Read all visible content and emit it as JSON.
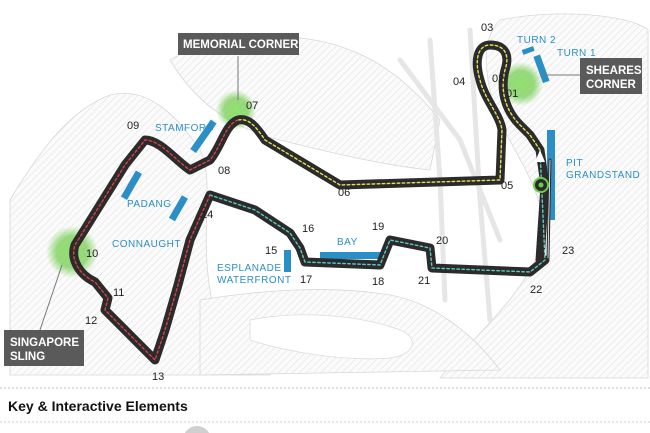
{
  "callouts": {
    "memorial": "MEMORIAL CORNER",
    "sheares_line1": "SHEARES",
    "sheares_line2": "CORNER",
    "sling_line1": "SINGAPORE",
    "sling_line2": "SLING"
  },
  "labels": {
    "turn2": "TURN 2",
    "turn1": "TURN 1",
    "stamford": "STAMFORD",
    "padang": "PADANG",
    "connaught": "CONNAUGHT",
    "bay": "BAY",
    "esplanade_line1": "ESPLANADE",
    "esplanade_line2": "WATERFRONT",
    "pit_line1": "PIT",
    "pit_line2": "GRANDSTAND"
  },
  "turns": {
    "t01": "01",
    "t02": "02",
    "t03": "03",
    "t04": "04",
    "t05": "05",
    "t06": "06",
    "t07": "07",
    "t08": "08",
    "t09": "09",
    "t10": "10",
    "t11": "11",
    "t12": "12",
    "t13": "13",
    "t14": "14",
    "t15": "15",
    "t16": "16",
    "t17": "17",
    "t18": "18",
    "t19": "19",
    "t20": "20",
    "t21": "21",
    "t22": "22",
    "t23": "23"
  },
  "key": {
    "title": "Key & Interactive Elements"
  },
  "colors": {
    "track": "#2b2b2b",
    "sector_yellow": "#e8e05a",
    "sector_red": "#d8404a",
    "sector_teal": "#5ec8c0",
    "grandstand": "#2a8fc6",
    "highlight": "#6ecb4a",
    "callout_bg": "#5a5a5a"
  }
}
